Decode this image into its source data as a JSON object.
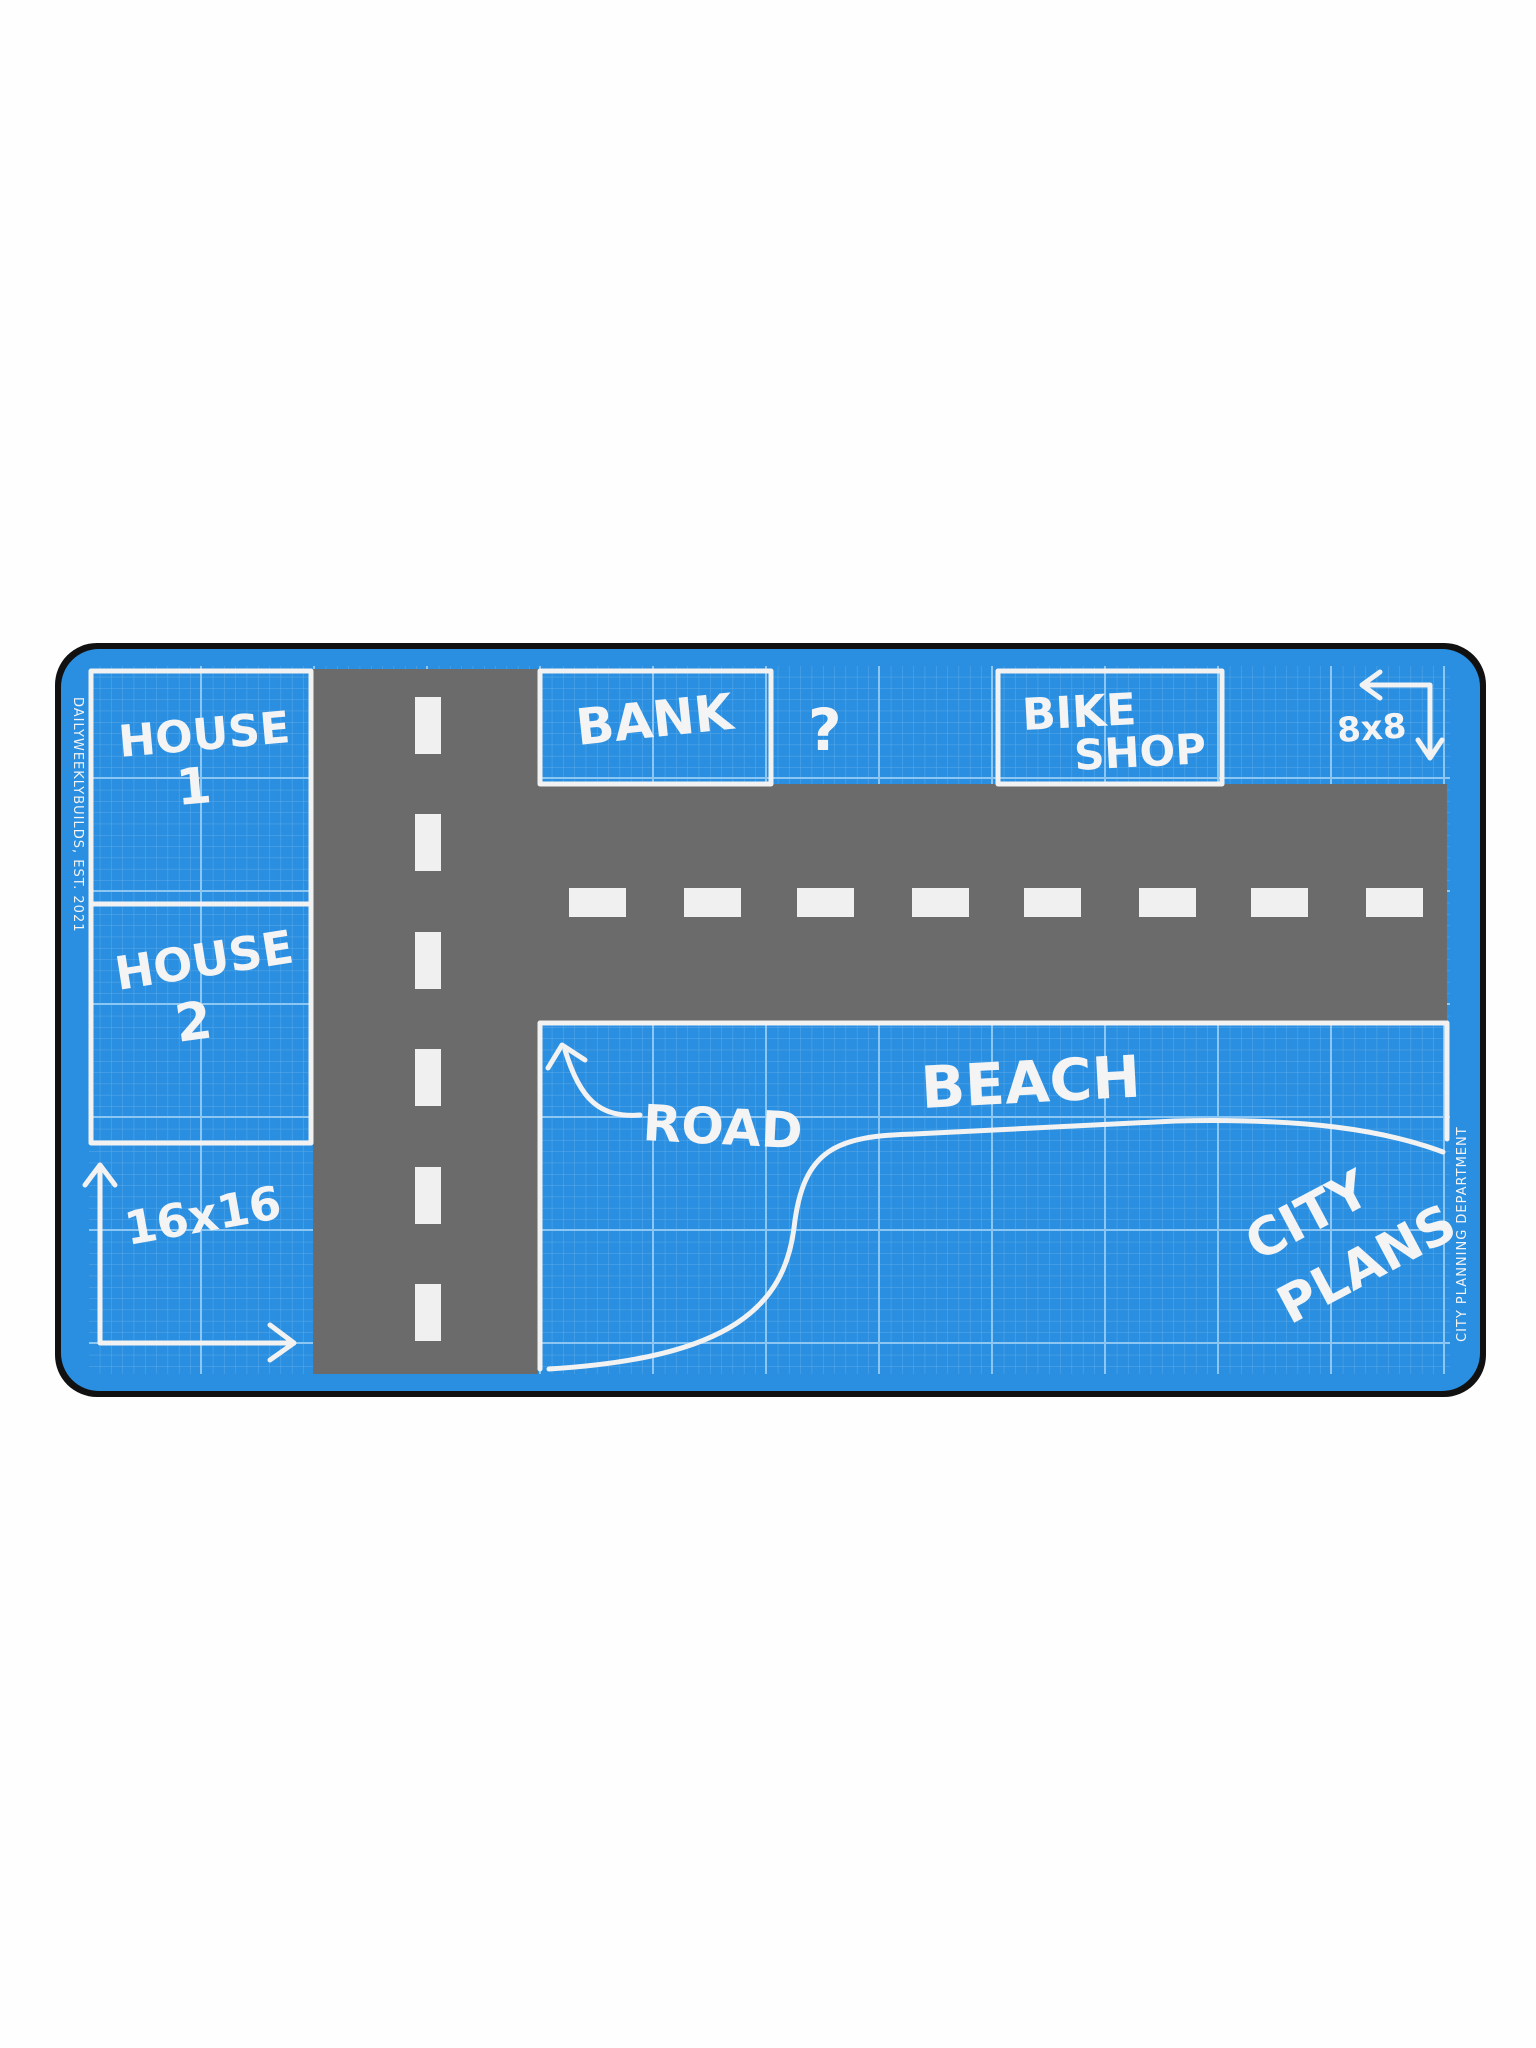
{
  "mat": {
    "colors": {
      "blueprint": "#2a8fe0",
      "grid": "#6fb6ef",
      "road": "#6b6b6b",
      "dash": "#f0f0f0",
      "border": "#111111",
      "chalk": "#f4f4f4"
    },
    "side_text_left": "DAILYWEEKLYBUILDS, EST. 2021",
    "side_text_right": "CITY PLANNING DEPARTMENT",
    "labels": {
      "house1_word": "HOUSE",
      "house1_num": "1",
      "house2_word": "HOUSE",
      "house2_num": "2",
      "bank": "BANK",
      "question": "?",
      "bike": "BIKE",
      "shop": "SHOP",
      "size_small": "8x8",
      "size_large": "16x16",
      "road": "ROAD",
      "beach": "BEACH",
      "city": "CITY",
      "plans": "PLANS"
    }
  }
}
